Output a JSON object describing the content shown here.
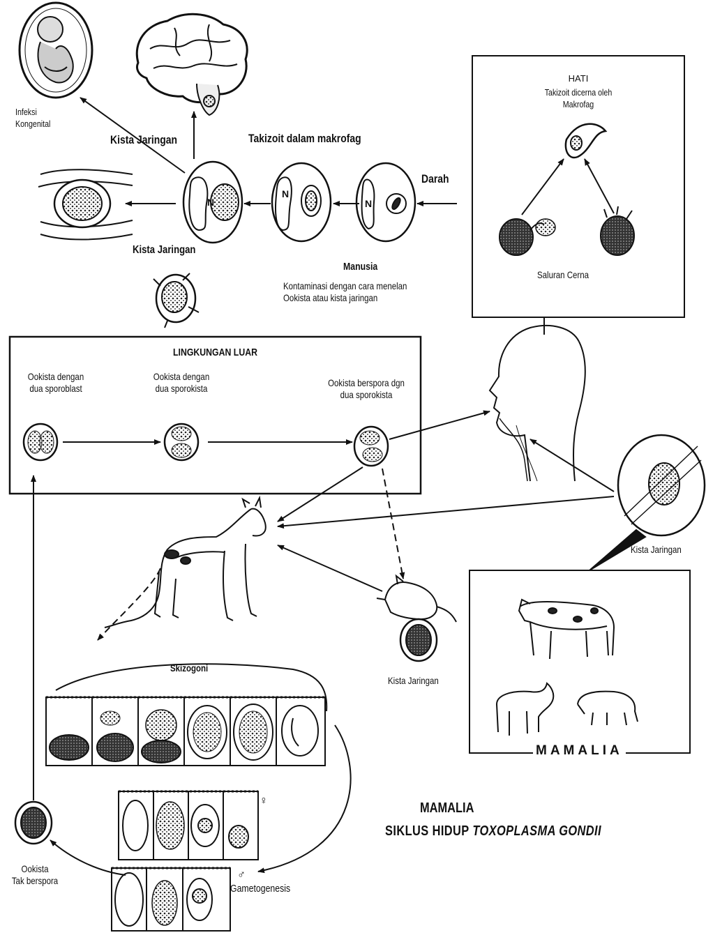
{
  "labels": {
    "infeksi_kongenital": [
      "Infeksi",
      "Kongenital"
    ],
    "kista_jaringan_top": "Kista Jaringan",
    "takizoit_dalam_makrofag": "Takizoit dalam makrofag",
    "darah": "Darah",
    "nucleus_letter": "N",
    "kista_jaringan_mid": "Kista Jaringan",
    "manusia": "Manusia",
    "kontaminasi": [
      "Kontaminasi dengan cara menelan",
      "Ookista atau kista jaringan"
    ],
    "hati": "HATI",
    "hati_desc": [
      "Takizoit dicerna oleh",
      "Makrofag"
    ],
    "saluran_cerna": "Saluran Cerna",
    "lingkungan_luar": "LINGKUNGAN LUAR",
    "ookista_sporoblast": [
      "Ookista dengan",
      "dua sporoblast"
    ],
    "ookista_sporokista": [
      "Ookista dengan",
      "dua sporokista"
    ],
    "ookista_berspora": [
      "Ookista berspora dgn",
      "dua sporokista"
    ],
    "kista_jaringan_right": "Kista Jaringan",
    "kista_jaringan_mouse": "Kista Jaringan",
    "mamalia_box": "MAMALIA",
    "skizogoni": "Skizogoni",
    "ookista_tak_berspora": [
      "Ookista",
      "Tak berspora"
    ],
    "gametogenesis": "Gametogenesis",
    "female_symbol": "♀",
    "male_symbol": "♂"
  },
  "title": {
    "line1": "MAMALIA",
    "line2_prefix": "SIKLUS HIDUP ",
    "line2_italic": "TOXOPLASMA GONDII"
  }
}
